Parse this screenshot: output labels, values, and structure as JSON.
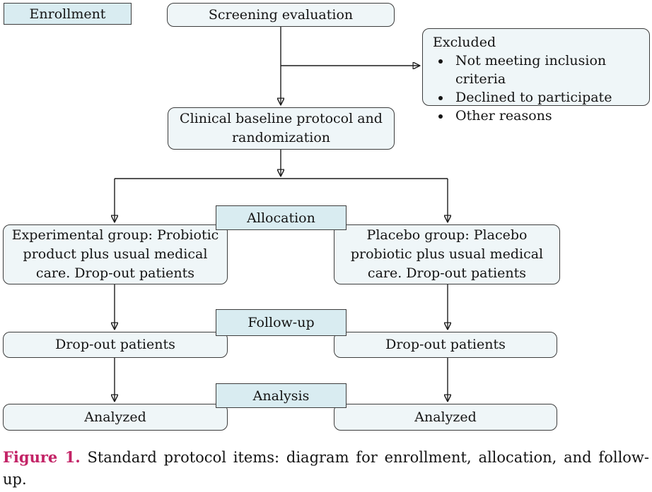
{
  "diagram": {
    "enrollment": {
      "label": "Enrollment"
    },
    "screening": {
      "label": "Screening evaluation"
    },
    "excluded": {
      "title": "Excluded",
      "items": [
        "Not meeting inclusion criteria",
        "Declined to participate",
        "Other reasons"
      ]
    },
    "baseline": {
      "label": "Clinical baseline protocol and randomization"
    },
    "stages": {
      "allocation": "Allocation",
      "followup": "Follow-up",
      "analysis": "Analysis"
    },
    "experimental": {
      "label": "Experimental group: Probiotic product plus usual medical care. Drop-out patients"
    },
    "placebo": {
      "label": "Placebo group: Placebo probiotic plus usual medical care. Drop-out patients"
    },
    "dropout_left": {
      "label": "Drop-out patients"
    },
    "dropout_right": {
      "label": "Drop-out patients"
    },
    "analyzed_left": {
      "label": "Analyzed"
    },
    "analyzed_right": {
      "label": "Analyzed"
    }
  },
  "caption": {
    "label": "Figure 1.",
    "text": "Standard protocol items: diagram for enrollment, allocation, and follow-up."
  },
  "colors": {
    "stage_fill": "#d9ecf1",
    "node_fill": "#eff6f8",
    "border": "#3d3d3d",
    "accent": "#c32366"
  }
}
